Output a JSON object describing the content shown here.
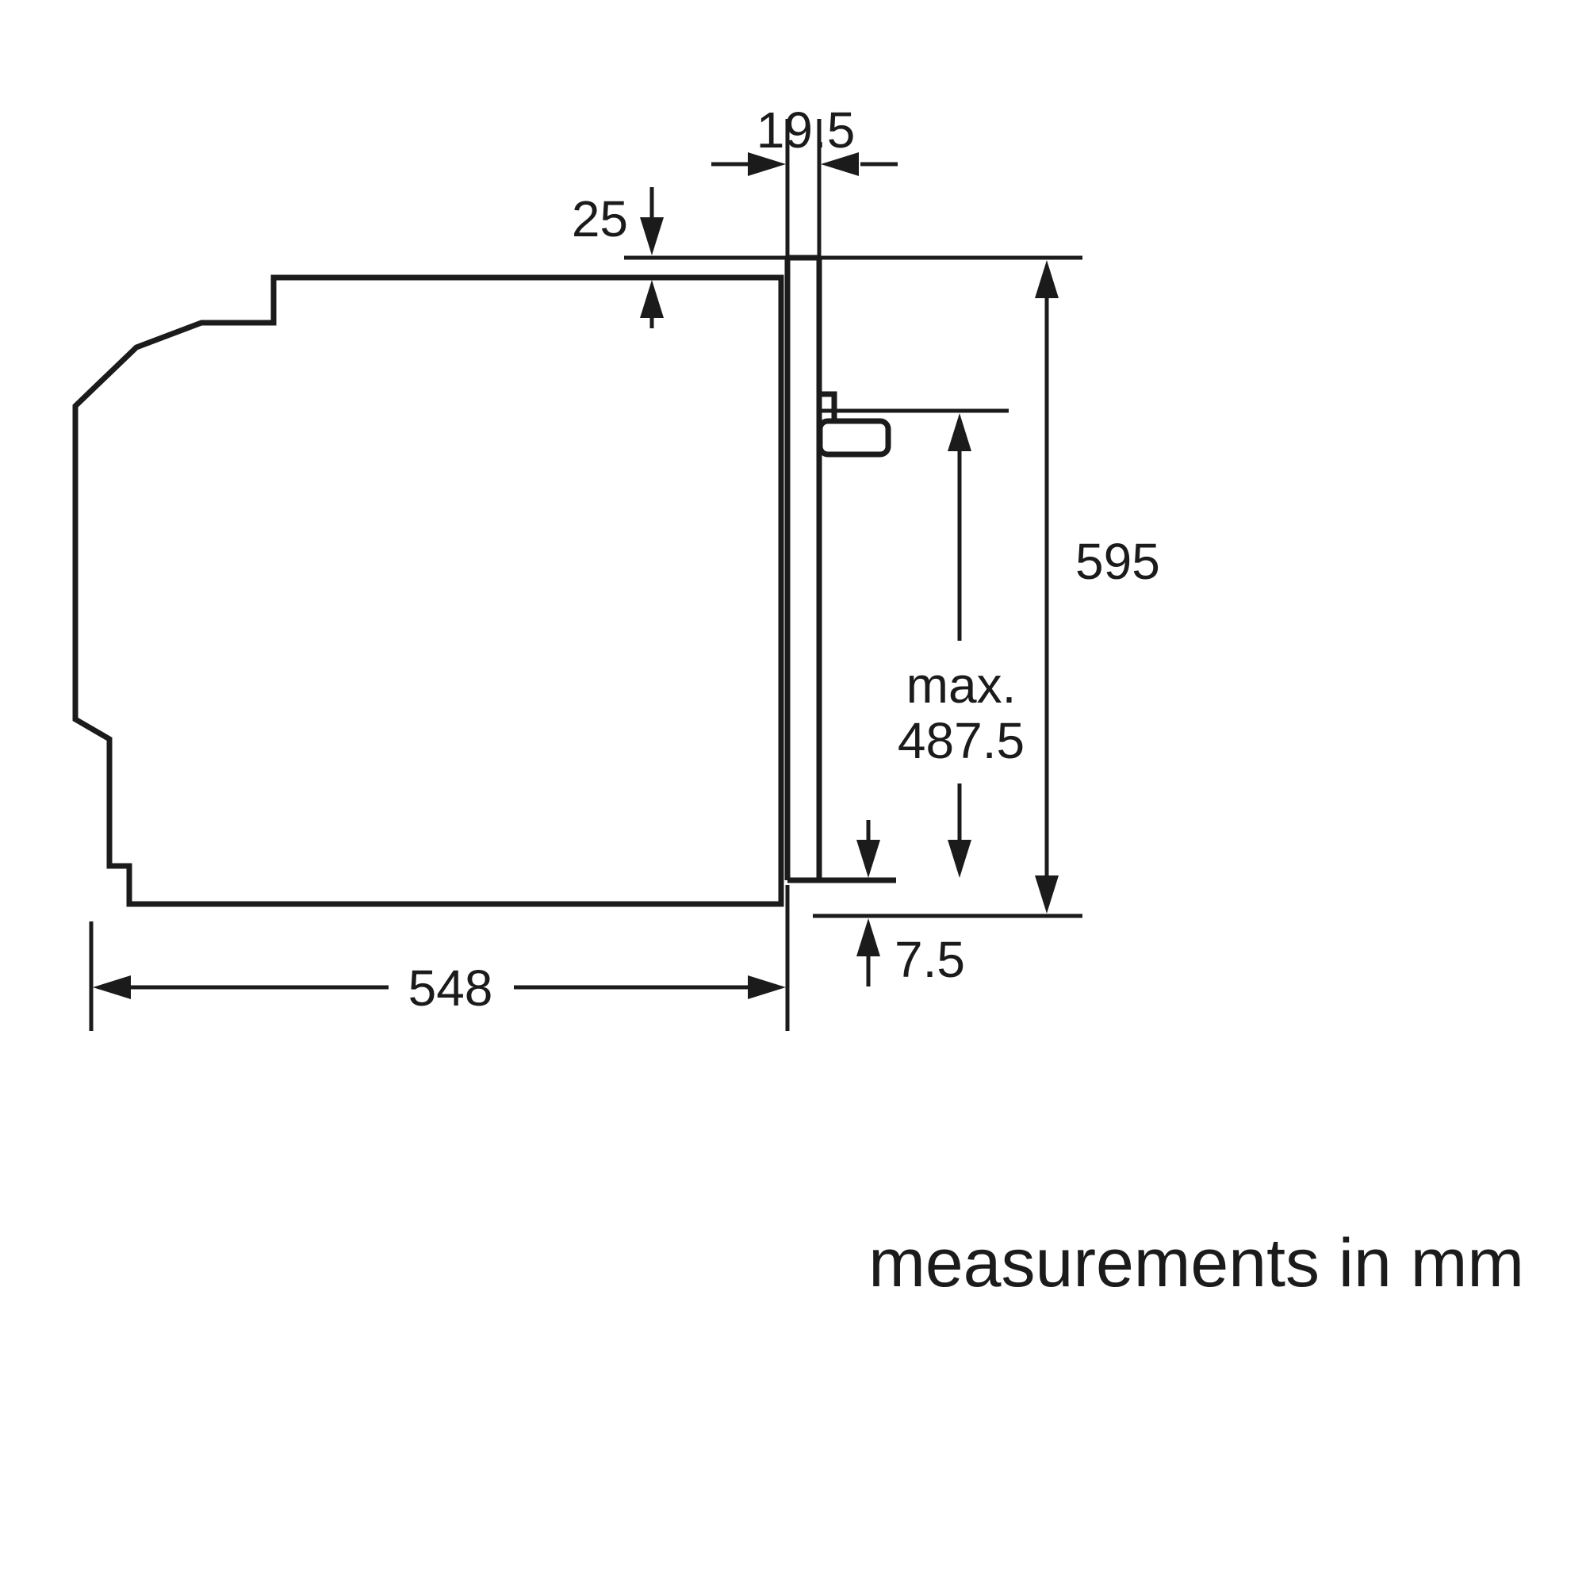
{
  "diagram": {
    "unit_note": "measurements in mm",
    "dimensions": {
      "panel_thickness": "19.5",
      "top_clearance": "25",
      "overall_height": "595",
      "max_label": "max.",
      "max_inset_height": "487.5",
      "bottom_clearance": "7.5",
      "depth": "548"
    },
    "colors": {
      "line": "#1b1b1b",
      "background": "#ffffff"
    }
  }
}
